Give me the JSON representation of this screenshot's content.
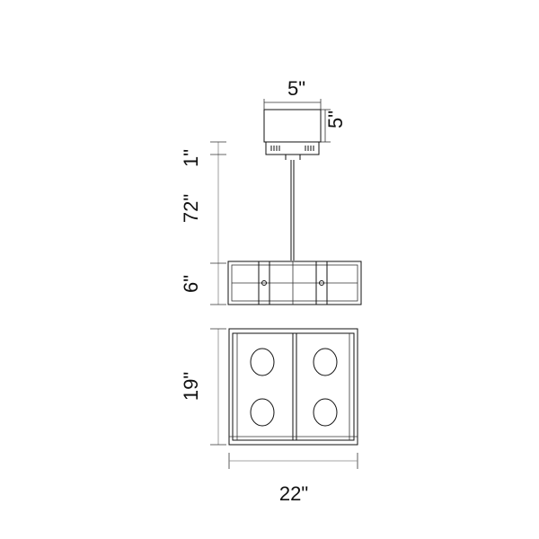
{
  "diagram": {
    "canopy_width": "5\"",
    "canopy_height": "5\"",
    "top_gap": "1\"",
    "chain_length": "72\"",
    "fixture_height_side": "6\"",
    "fixture_height_front": "19\"",
    "fixture_width": "22\""
  },
  "colors": {
    "line": "#111111",
    "background": "#ffffff"
  }
}
